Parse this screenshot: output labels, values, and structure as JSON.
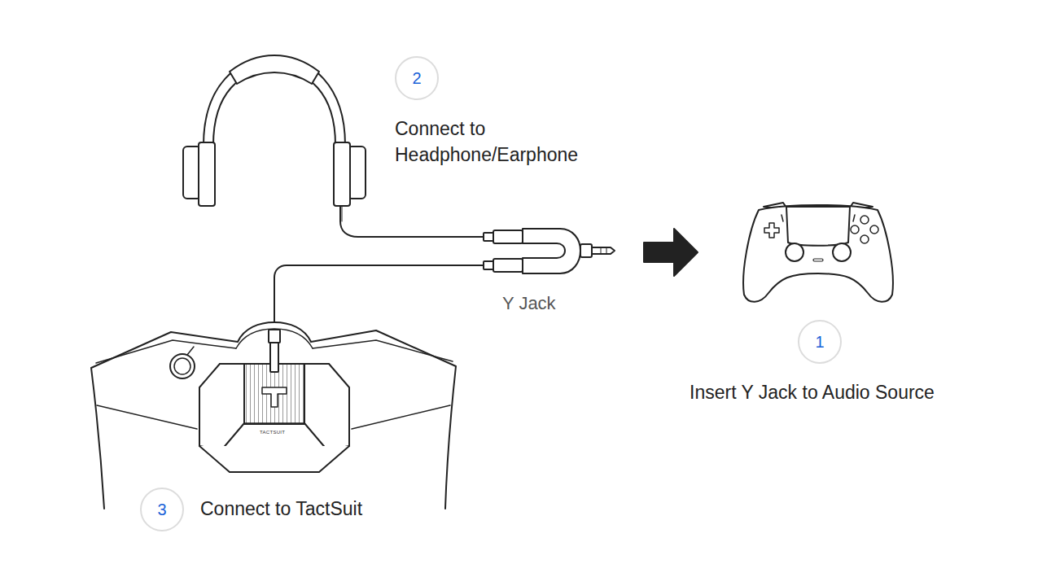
{
  "diagram": {
    "nodes": [
      {
        "text": [
          "2"
        ]
      },
      {
        "text": [
          "1"
        ]
      },
      {
        "text": [
          "3"
        ]
      }
    ],
    "labels": [
      "Connect to Headphone/Earphone",
      "Y Jack",
      "Insert Y Jack to Audio Source",
      "Connect to TactSuit",
      "TACTSUIT"
    ]
  }
}
